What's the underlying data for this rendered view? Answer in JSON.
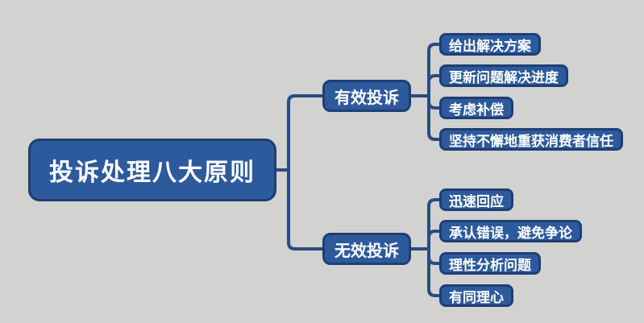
{
  "diagram": {
    "type": "mindmap",
    "root": {
      "label": "投诉处理八大原则"
    },
    "branches": [
      {
        "label": "有效投诉",
        "children": [
          {
            "label": "给出解决方案"
          },
          {
            "label": "更新问题解决进度"
          },
          {
            "label": "考虑补偿"
          },
          {
            "label": "坚持不懈地重获消费者信任"
          }
        ]
      },
      {
        "label": "无效投诉",
        "children": [
          {
            "label": "迅速回应"
          },
          {
            "label": "承认错误，避免争论"
          },
          {
            "label": "理性分析问题"
          },
          {
            "label": "有同理心"
          }
        ]
      }
    ],
    "colors": {
      "node_fill": "#2d5a9c",
      "node_border": "#1f3f73",
      "line": "#2a4b82",
      "text": "#ffffff",
      "background": "#d2d2d1"
    }
  }
}
